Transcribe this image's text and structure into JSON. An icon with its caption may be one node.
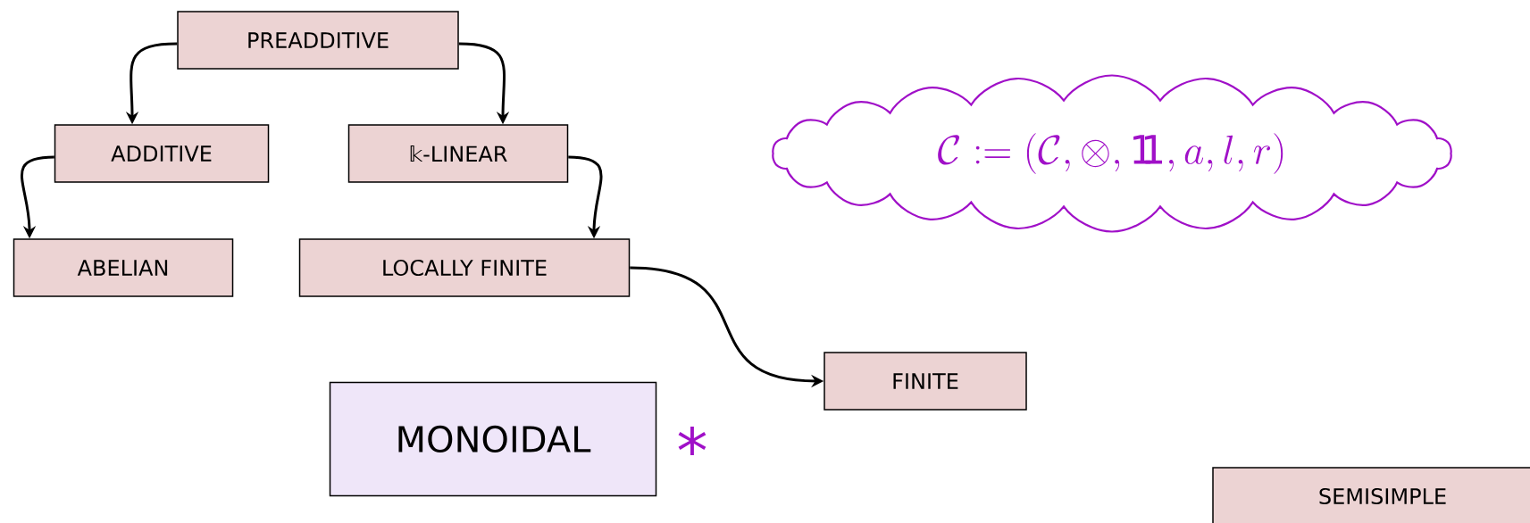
{
  "diagram": {
    "nodes": [
      {
        "text": [
          "PREADDITIVE"
        ]
      },
      {
        "text": [
          "ADDITIVE"
        ]
      },
      {
        "text": [
          "𝕜-LINEAR"
        ]
      },
      {
        "text": [
          "ABELIAN"
        ]
      },
      {
        "text": [
          "LOCALLY FINITE"
        ]
      },
      {
        "text": [
          "FINITE"
        ]
      },
      {
        "text": [
          "\\mathcal{C} := (\\mathcal{C}, \\otimes, \\mathrm{1\\!\\!1}, a, l, r)"
        ]
      },
      {
        "text": [
          "MONOIDAL"
        ],
        "beside": [
          "*"
        ]
      },
      {
        "text": [
          "SEMISIMPLE"
        ]
      }
    ],
    "edges": [
      {
        "from": 0,
        "to": 1,
        "arrow": "to"
      },
      {
        "from": 0,
        "to": 2,
        "arrow": "to"
      },
      {
        "from": 1,
        "to": 3,
        "arrow": "to"
      },
      {
        "from": 2,
        "to": 4,
        "arrow": "to"
      },
      {
        "from": 4,
        "to": 5,
        "arrow": "to"
      }
    ]
  }
}
